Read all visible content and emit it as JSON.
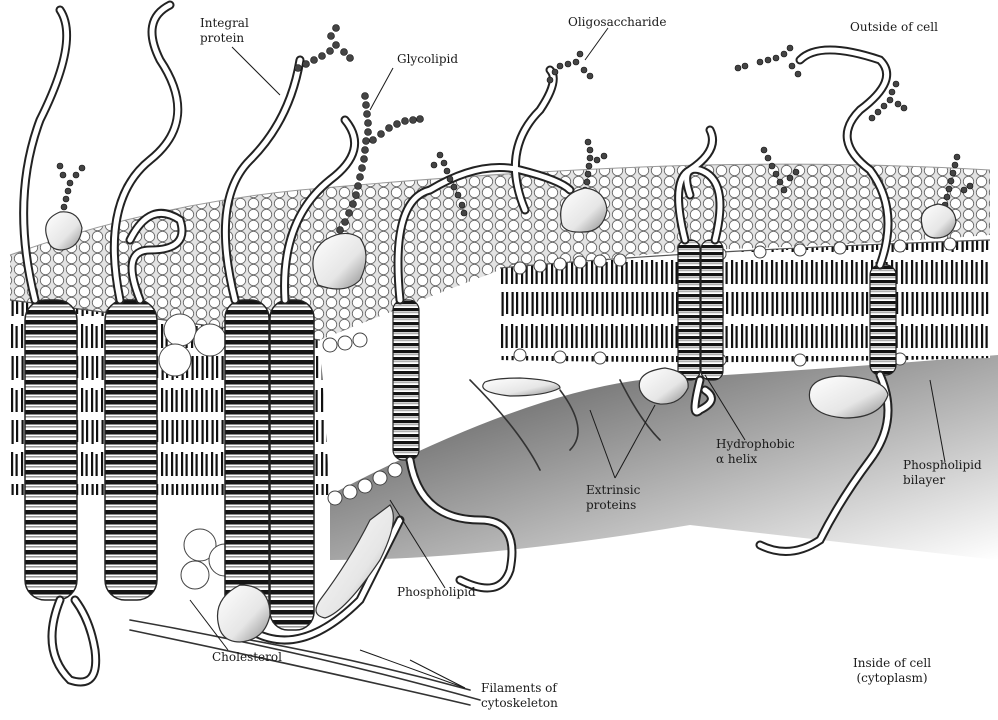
{
  "labels": {
    "integral_protein": "Integral\nprotein",
    "glycolipid": "Glycolipid",
    "oligosaccharide": "Oligosaccharide",
    "outside_cell": "Outside of cell",
    "hydrophobic_helix": "Hydrophobic\nα helix",
    "phospholipid_bilayer": "Phospholipid\nbilayer",
    "extrinsic_proteins": "Extrinsic\nproteins",
    "phospholipid": "Phospholipid",
    "cholesterol": "Cholesterol",
    "filaments": "Filaments of\ncytoskeleton",
    "inside_cell": "Inside of cell\n(cytoplasm)"
  }
}
